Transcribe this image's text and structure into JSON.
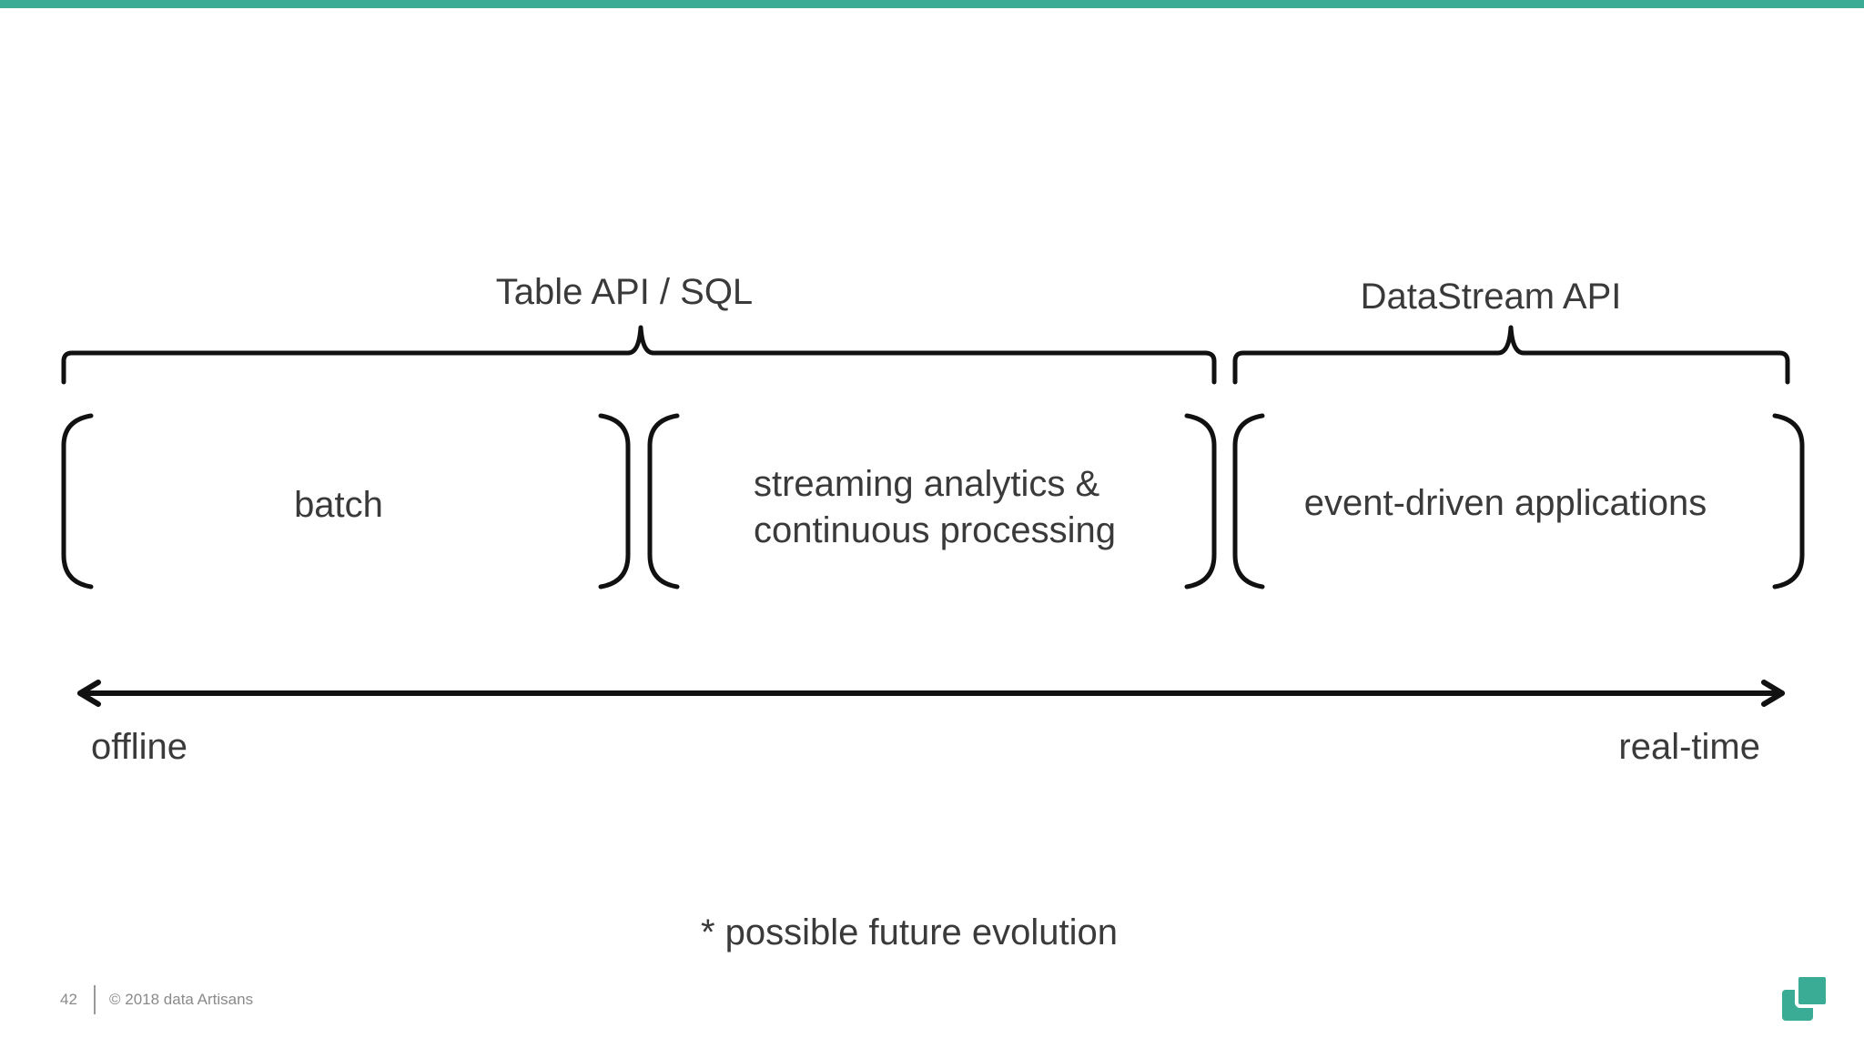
{
  "colors": {
    "accent": "#3aab94",
    "text": "#3a3a3a",
    "stroke": "#111111",
    "footer_text": "#8a8a8a"
  },
  "diagram": {
    "groups": [
      {
        "label": "Table API / SQL"
      },
      {
        "label": "DataStream API"
      }
    ],
    "categories": [
      {
        "lines": [
          "batch"
        ]
      },
      {
        "lines": [
          "streaming analytics &",
          "continuous processing"
        ]
      },
      {
        "lines": [
          "event-driven applications"
        ]
      }
    ],
    "axis": {
      "left_label": "offline",
      "right_label": "real-time"
    },
    "footnote": "* possible future evolution"
  },
  "footer": {
    "page_number": "42",
    "copyright": "© 2018 data Artisans",
    "logo_icon": "data-artisans-logo-icon"
  }
}
